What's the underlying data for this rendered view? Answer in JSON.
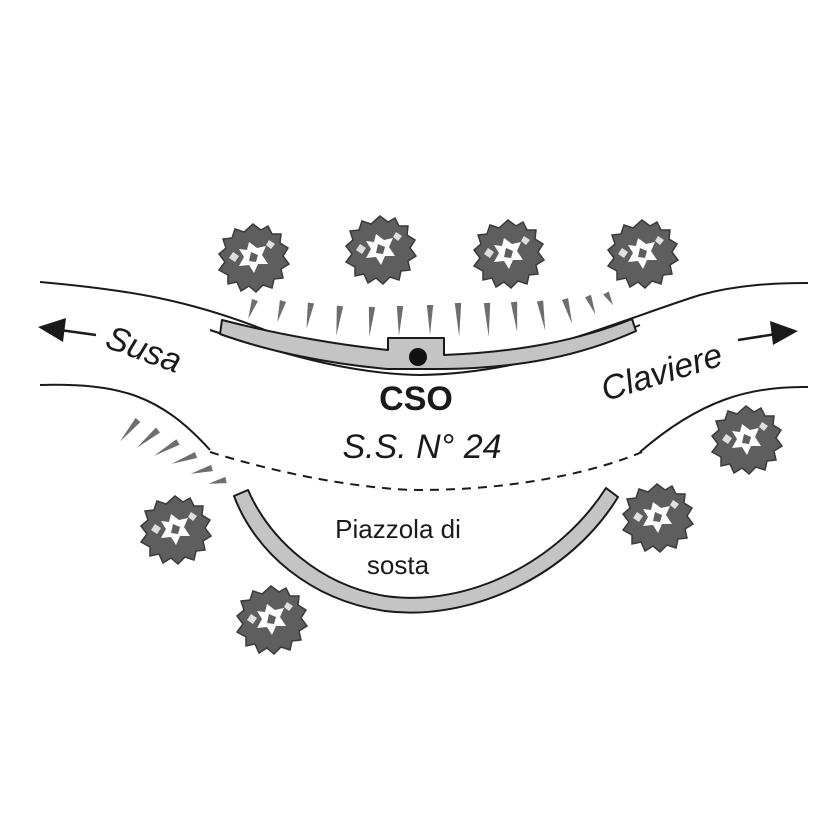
{
  "labels": {
    "west_direction": "Susa",
    "east_direction": "Claviere",
    "station_code": "CSO",
    "road_name": "S.S. N° 24",
    "layby_line1": "Piazzola di",
    "layby_line2": "sosta"
  },
  "colors": {
    "line": "#1a1a1a",
    "barrier_fill": "#c4c4c4",
    "tree_fill": "#5e5e5e",
    "hatch_fill": "#6e6e6e",
    "background": "#ffffff"
  },
  "icons": {
    "tree": "tree-icon",
    "station": "station-dot-icon",
    "arrow_west": "arrow-left-icon",
    "arrow_east": "arrow-right-icon"
  }
}
